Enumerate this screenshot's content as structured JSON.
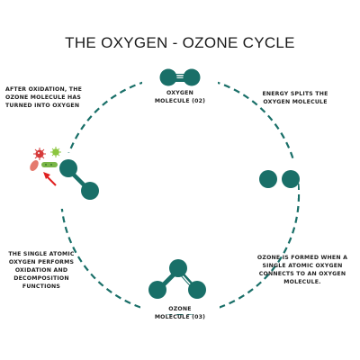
{
  "title": "THE OXYGEN - OZONE CYCLE",
  "labels": {
    "oxygen_molecule": "OXYGEN\nMOLECULE (02)",
    "energy_splits": "ENERGY SPLITS THE\nOXYGEN MOLECULE",
    "after_oxidation": "AFTER OXIDATION, THE\nOZONE MOLECULE HAS\nTURNED INTO OXYGEN",
    "ozone_formed": "OZONE IS FORMED WHEN A\nSINGLE ATOMIC OXYGEN\nCONNECTS TO AN OXYGEN\nMOLECULE.",
    "single_atomic": "THE SINGLE ATOMIC\nOXYGEN  PERFORMS\nOXIDATION AND\nDECOMPOSITION\nFUNCTIONS",
    "ozone_molecule": "OZONE\nMOLECULE (03)"
  },
  "colors": {
    "molecule": "#196f68",
    "cycle_line": "#196f68",
    "germ_red": "#d63a3a",
    "germ_green": "#8cc63f",
    "arrow": "#e02020"
  }
}
